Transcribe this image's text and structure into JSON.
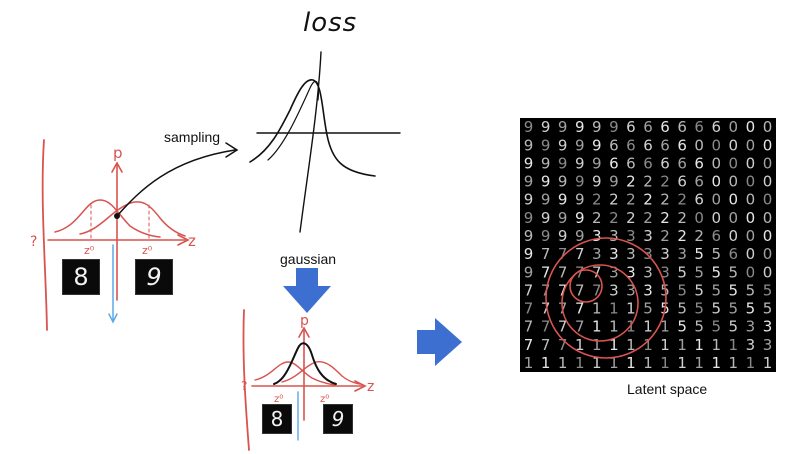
{
  "labels": {
    "sampling": "sampling",
    "gaussian": "gaussian",
    "latent_space": "Latent space",
    "loss": "loss"
  },
  "digits": {
    "left_first": "8",
    "left_second": "9",
    "bottom_first": "8",
    "bottom_second": "9"
  },
  "latent_grid": {
    "rows": [
      "999999666666000",
      "999996666600000",
      "999996666660000",
      "999999222660000",
      "999922222260000",
      "999922222200000",
      "999933332226000",
      "977733333355600",
      "977773333555500",
      "777773335555555",
      "777711155555555",
      "777711111555533",
      "777111111111133",
      "111111111111111"
    ]
  },
  "colors": {
    "sketch_red": "#d9534f",
    "sketch_blue": "#5aa9e6",
    "arrow_blue": "#3d6fd1",
    "ink": "#111111"
  }
}
